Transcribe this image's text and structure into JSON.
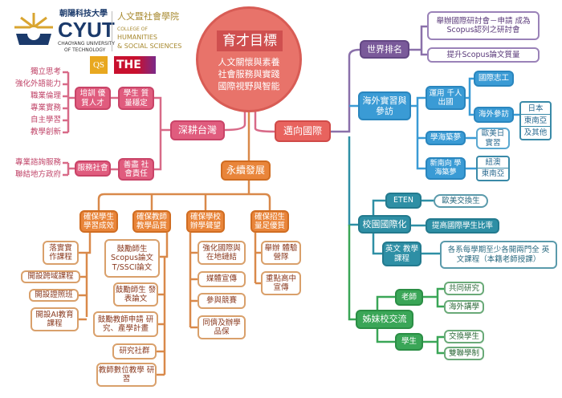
{
  "logo": {
    "school_cn": "朝陽科技大學",
    "school_en": "CYUT",
    "school_sub": [
      "CHAOYANG UNIVERSITY",
      "OF TECHNOLOGY"
    ],
    "college_cn": "人文暨社會學院",
    "college_pre": "COLLEGE OF",
    "college_en": [
      "HUMANITIES",
      "& SOCIAL SCIENCES"
    ],
    "rank_logos": [
      "QS",
      "THE"
    ]
  },
  "center": {
    "title": "育才目標",
    "lines": [
      "人文關懷與素養",
      "社會服務與實踐",
      "國際視野與智能"
    ]
  },
  "taiwan": {
    "label": "深耕台灣",
    "quality": "學生 質量穩定",
    "talent": "培訓 優質人才",
    "talent_items": [
      "獨立思考",
      "強化外語能力",
      "職業倫理",
      "專業實務",
      "自主學習",
      "教學創新"
    ],
    "responsibility": "善盡 社會責任",
    "service": "服務社會",
    "service_items": [
      "專業諮詢服務",
      "聯結地方政府"
    ]
  },
  "sustain": {
    "label": "永續發展",
    "groups": [
      {
        "label": "確保學生 學習成效",
        "items": [
          "落實實 作課程",
          "開設跨域課程",
          "開設證照班",
          "開設AI教育 課程"
        ]
      },
      {
        "label": "確保教師 教學品質",
        "items": [
          "鼓勵師生 Scopus論文 T/SSCI論文",
          "鼓勵師生 發表論文",
          "鼓勵教師申請 研究、產學計畫",
          "研究社群",
          "教師數位教學 研習"
        ]
      },
      {
        "label": "確保學校 辦學聲望",
        "items": [
          "強化國際與 在地鏈結",
          "媒體宣傳",
          "參與競賽",
          "同儕及辦學 品保"
        ]
      },
      {
        "label": "確保招生 量足優質",
        "items": [
          "舉辦 體驗營隊",
          "重點高中 宣傳"
        ]
      }
    ]
  },
  "intl": {
    "label": "邁向國際",
    "ranking": {
      "label": "世界排名",
      "items": [
        "舉辦國際研討會－申請 成為Scopus認列之研討會",
        "提升Scopus論文質量"
      ]
    },
    "overseas": {
      "label": "海外實習與 參訪",
      "thousand": "運用 千人出國",
      "volunteer": "國際志工",
      "visit": "海外參訪",
      "visit_places": [
        "日本",
        "東南亞",
        "及其他"
      ],
      "dream": "學海築夢",
      "dream_item": "歐美日 實習",
      "south": "新南向 學海築夢",
      "south_items": [
        "紐澳",
        "東南亞"
      ]
    },
    "campus": {
      "label": "校園國際化",
      "eten": "ETEN",
      "eten_item": "歐美交換生",
      "ratio": "提高國際學生比率",
      "english": "英文 教學課程",
      "english_item": "各系每學期至少各開兩門全 英文課程（本籍老師授課）"
    },
    "sister": {
      "label": "姊妹校交流",
      "teacher": "老師",
      "teacher_items": [
        "共同研究",
        "海外講學"
      ],
      "student": "學生",
      "student_items": [
        "交換學生",
        "雙聯學制"
      ]
    }
  },
  "colors": {
    "pink": "#e05c7e",
    "orange": "#e9853a",
    "purple": "#7a5a9a",
    "blue": "#3a9bd5",
    "teal": "#2e8fa5",
    "green": "#3aa657",
    "circle": "#e8736a"
  }
}
